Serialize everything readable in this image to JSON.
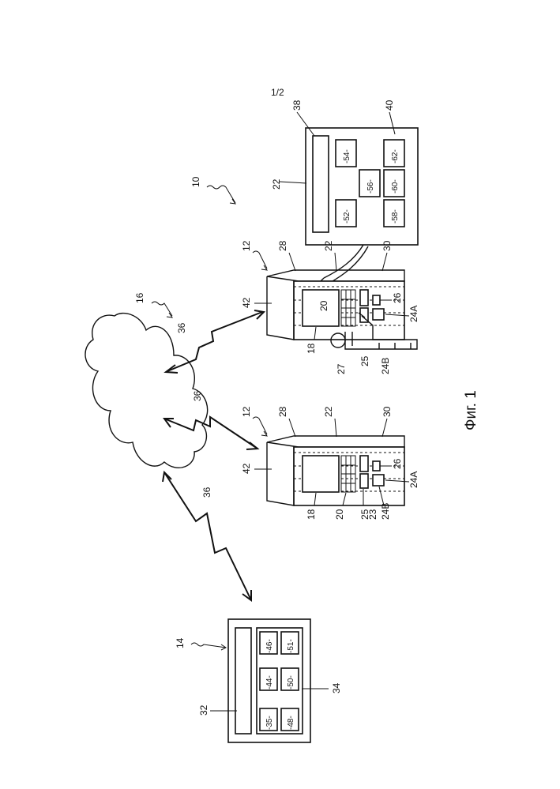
{
  "sheet_number": "1/2",
  "figure_caption": "Фиг. 1",
  "system": {
    "ref": "10"
  },
  "network": {
    "ref": "16",
    "link_ref": "36"
  },
  "server": {
    "ref": "14",
    "display_ref": "32",
    "module_area_ref": "34",
    "modules": [
      "-35-",
      "-44-",
      "-46-",
      "-48-",
      "-50-",
      "-51-"
    ]
  },
  "software_detail": {
    "ref": "22",
    "bar_ref": "38",
    "module_area_ref": "40",
    "modules": [
      "-52-",
      "-54-",
      "-56-",
      "-58-",
      "-60-",
      "-62-"
    ]
  },
  "terminals": [
    {
      "ref": "12",
      "labels": {
        "cabinet": "42",
        "display": "18",
        "keypad": "20",
        "top": "28",
        "interior": "22",
        "slot_upper": "30",
        "dispenser": "26",
        "tray": "24A",
        "card_reader": "25",
        "receipt": "24B",
        "cash": "23"
      }
    },
    {
      "ref": "12",
      "labels": {
        "cabinet": "42",
        "display": "18",
        "keypad": "20",
        "top": "28",
        "interior": "22",
        "slot_upper": "30",
        "dispenser": "26",
        "tray": "24A",
        "card_reader": "25",
        "receipt": "24B",
        "user": "27"
      }
    }
  ]
}
